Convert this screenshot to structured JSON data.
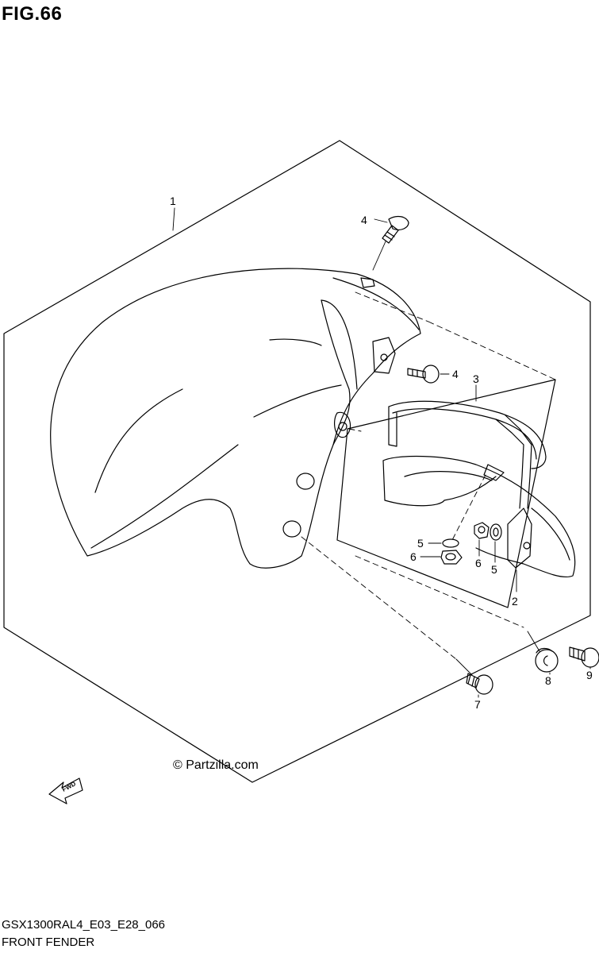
{
  "figure": {
    "title": "FIG.66"
  },
  "footer": {
    "model_code": "GSX1300RAL4_E03_E28_066",
    "section_name": "FRONT FENDER"
  },
  "watermark": "© Partzilla.com",
  "fwd_label": "FWD",
  "callouts": [
    {
      "id": "c1",
      "label": "1"
    },
    {
      "id": "c4a",
      "label": "4"
    },
    {
      "id": "c4b",
      "label": "4"
    },
    {
      "id": "c3",
      "label": "3"
    },
    {
      "id": "c5a",
      "label": "5"
    },
    {
      "id": "c6a",
      "label": "6"
    },
    {
      "id": "c6b",
      "label": "6"
    },
    {
      "id": "c5b",
      "label": "5"
    },
    {
      "id": "c2",
      "label": "2"
    },
    {
      "id": "c8",
      "label": "8"
    },
    {
      "id": "c9",
      "label": "9"
    },
    {
      "id": "c7",
      "label": "7"
    }
  ]
}
